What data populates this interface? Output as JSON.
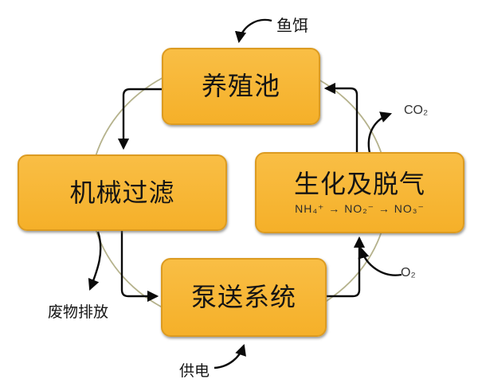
{
  "diagram": {
    "type": "cycle-flow-diagram",
    "nodes": [
      {
        "id": "pond",
        "label": "养殖池"
      },
      {
        "id": "filter",
        "label": "机械过滤"
      },
      {
        "id": "bio",
        "label": "生化及脱气",
        "formula": "NH₄⁺ → NO₂⁻ → NO₃⁻"
      },
      {
        "id": "pump",
        "label": "泵送系统"
      }
    ],
    "external_labels": {
      "feed": "鱼饵",
      "co2": "CO₂",
      "o2": "O₂",
      "waste": "废物排放",
      "power": "供电"
    },
    "edges": [
      {
        "from": "养殖池",
        "to": "机械过滤"
      },
      {
        "from": "机械过滤",
        "to": "泵送系统"
      },
      {
        "from": "泵送系统",
        "to": "生化及脱气"
      },
      {
        "from": "生化及脱气",
        "to": "养殖池"
      },
      {
        "from": "鱼饵",
        "to": "养殖池"
      },
      {
        "from": "供电",
        "to": "泵送系统"
      },
      {
        "from": "O₂",
        "to": "生化及脱气"
      },
      {
        "from": "生化及脱气",
        "to": "CO₂"
      },
      {
        "from": "机械过滤",
        "to": "废物排放"
      }
    ],
    "colors": {
      "node_fill": "#F7B42C",
      "node_border": "#DC9B21",
      "cycle_ring": "#b5b28c",
      "arrow": "#0a0a0a",
      "background": "#ffffff"
    }
  }
}
